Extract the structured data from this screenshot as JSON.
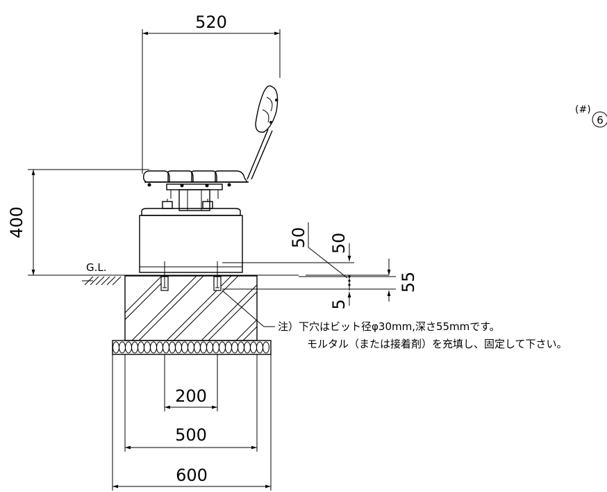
{
  "dimensions": {
    "seat_width": "520",
    "seat_height": "400",
    "anchor_spacing": "200",
    "foundation_width": "500",
    "gravel_width": "600",
    "top_50_a": "50",
    "top_50_b": "50",
    "hole_55": "55",
    "bottom_5": "5"
  },
  "labels": {
    "ground_level": "G.L.",
    "ref_mark": "(#)",
    "ref_number": "6"
  },
  "note": {
    "line1": "注）下穴はビット径φ30mm,深さ55mmです。",
    "line2": "モルタル（または接着剤）を充填し、固定して下さい。"
  }
}
